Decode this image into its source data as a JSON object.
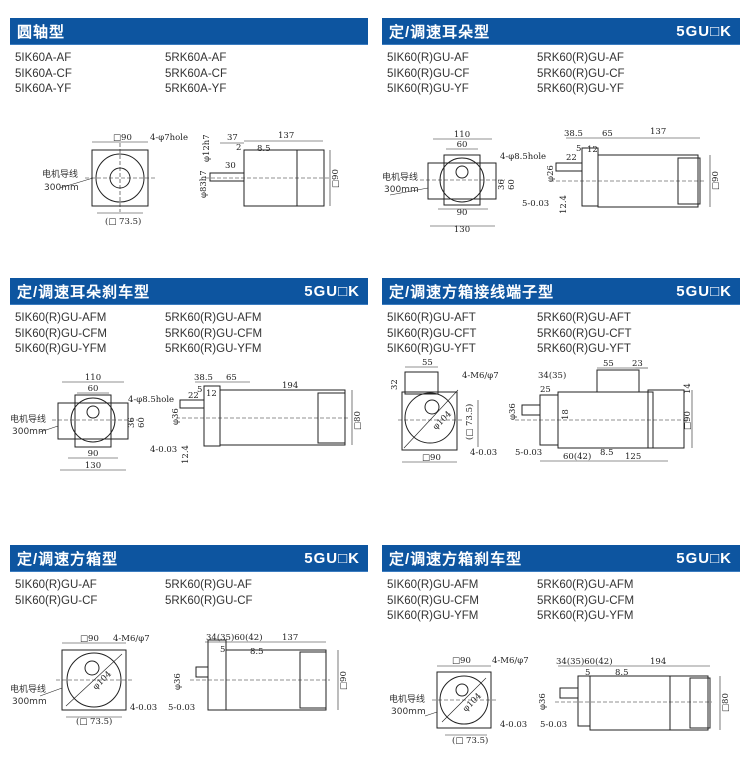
{
  "panels": [
    {
      "title": "圆轴型",
      "code": "",
      "models_left": [
        "5IK60A-AF",
        "5IK60A-CF",
        "5IK60A-YF"
      ],
      "models_right": [
        "5RK60A-AF",
        "5RK60A-CF",
        "5RK60A-YF"
      ],
      "dims": [
        "□90",
        "4-φ7hole",
        "电机导线",
        "300mm",
        "(□ 73.5)",
        "37",
        "137",
        "2",
        "8.5",
        "30",
        "φ12h7",
        "φ83h7",
        "□90"
      ]
    },
    {
      "title": "定/调速耳朵型",
      "code": "5GU□K",
      "models_left": [
        "5IK60(R)GU-AF",
        "5IK60(R)GU-CF",
        "5IK60(R)GU-YF"
      ],
      "models_right": [
        "5RK60(R)GU-AF",
        "5RK60(R)GU-CF",
        "5RK60(R)GU-YF"
      ],
      "dims": [
        "110",
        "60",
        "4-φ8.5hole",
        "36",
        "60",
        "90",
        "130",
        "电机导线",
        "300mm",
        "38.5",
        "65",
        "137",
        "5",
        "12",
        "22",
        "φ26",
        "□90",
        "5-0.03",
        "12.4"
      ]
    },
    {
      "title": "定/调速耳朵刹车型",
      "code": "5GU□K",
      "models_left": [
        "5IK60(R)GU-AFM",
        "5IK60(R)GU-CFM",
        "5IK60(R)GU-YFM"
      ],
      "models_right": [
        "5RK60(R)GU-AFM",
        "5RK60(R)GU-CFM",
        "5RK60(R)GU-YFM"
      ],
      "dims": [
        "110",
        "60",
        "4-φ8.5hole",
        "36",
        "60",
        "90",
        "130",
        "电机导线",
        "300mm",
        "38.5",
        "65",
        "194",
        "5",
        "12",
        "22",
        "φ36",
        "□80",
        "4-0.03",
        "12.4"
      ]
    },
    {
      "title": "定/调速方箱接线端子型",
      "code": "5GU□K",
      "models_left": [
        "5IK60(R)GU-AFT",
        "5IK60(R)GU-CFT",
        "5IK60(R)GU-YFT"
      ],
      "models_right": [
        "5RK60(R)GU-AFT",
        "5RK60(R)GU-CFT",
        "5RK60(R)GU-YFT"
      ],
      "dims": [
        "55",
        "32",
        "4-M6/φ7",
        "φ104",
        "(□ 73.5)",
        "□90",
        "55",
        "23",
        "34(35)",
        "25",
        "φ36",
        "18",
        "□90",
        "14",
        "8.5",
        "60(42)",
        "125",
        "4-0.03",
        "5-0.03"
      ]
    },
    {
      "title": "定/调速方箱型",
      "code": "5GU□K",
      "models_left": [
        "5IK60(R)GU-AF",
        "5IK60(R)GU-CF"
      ],
      "models_right": [
        "5RK60(R)GU-AF",
        "5RK60(R)GU-CF"
      ],
      "dims": [
        "□90",
        "4-M6/φ7",
        "φ104",
        "电机导线",
        "300mm",
        "(□ 73.5)",
        "34(35)60(42)",
        "137",
        "5",
        "8.5",
        "φ36",
        "□90",
        "4-0.03",
        "5-0.03"
      ]
    },
    {
      "title": "定/调速方箱刹车型",
      "code": "5GU□K",
      "models_left": [
        "5IK60(R)GU-AFM",
        "5IK60(R)GU-CFM",
        "5IK60(R)GU-YFM"
      ],
      "models_right": [
        "5RK60(R)GU-AFM",
        "5RK60(R)GU-CFM",
        "5RK60(R)GU-YFM"
      ],
      "dims": [
        "□90",
        "4-M6/φ7",
        "φ104",
        "电机导线",
        "300mm",
        "(□ 73.5)",
        "34(35)60(42)",
        "194",
        "5",
        "8.5",
        "φ36",
        "□80",
        "4-0.03",
        "5-0.03"
      ]
    }
  ]
}
